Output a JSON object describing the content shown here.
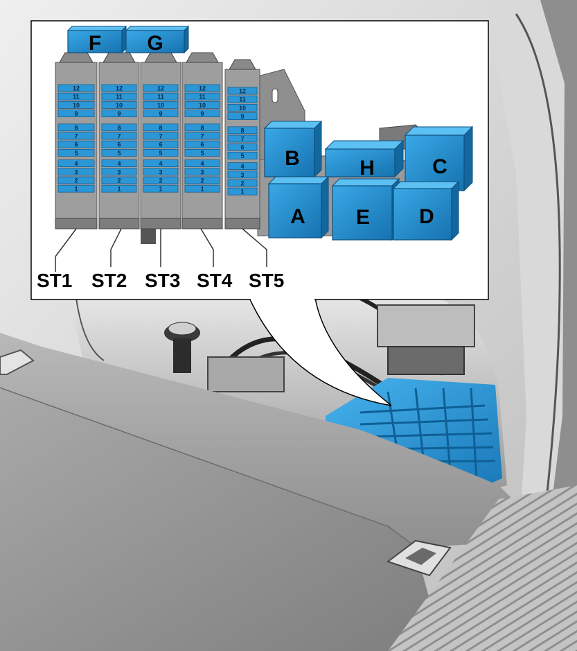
{
  "relays": {
    "A": "A",
    "B": "B",
    "C": "C",
    "D": "D",
    "E": "E",
    "H": "H",
    "F": "F",
    "G": "G"
  },
  "strips": [
    {
      "label": "ST1",
      "fuses": [
        "12",
        "11",
        "10",
        "9",
        "8",
        "7",
        "6",
        "5",
        "4",
        "3",
        "2",
        "1"
      ]
    },
    {
      "label": "ST2",
      "fuses": [
        "12",
        "11",
        "10",
        "9",
        "8",
        "7",
        "6",
        "5",
        "4",
        "3",
        "2",
        "1"
      ]
    },
    {
      "label": "ST3",
      "fuses": [
        "12",
        "11",
        "10",
        "9",
        "8",
        "7",
        "6",
        "5",
        "4",
        "3",
        "2",
        "1"
      ]
    },
    {
      "label": "ST4",
      "fuses": [
        "12",
        "11",
        "10",
        "9",
        "8",
        "7",
        "6",
        "5",
        "4",
        "3",
        "2",
        "1"
      ]
    },
    {
      "label": "ST5",
      "fuses": [
        "12",
        "11",
        "10",
        "9",
        "8",
        "7",
        "6",
        "5",
        "4",
        "3",
        "2",
        "1"
      ]
    }
  ],
  "colors": {
    "fuse_blue": "#2b97d6",
    "relay_blue": "#1f8fcf",
    "housing_gray": "#9e9e9e",
    "trim_gray": "#c9c9c9"
  }
}
